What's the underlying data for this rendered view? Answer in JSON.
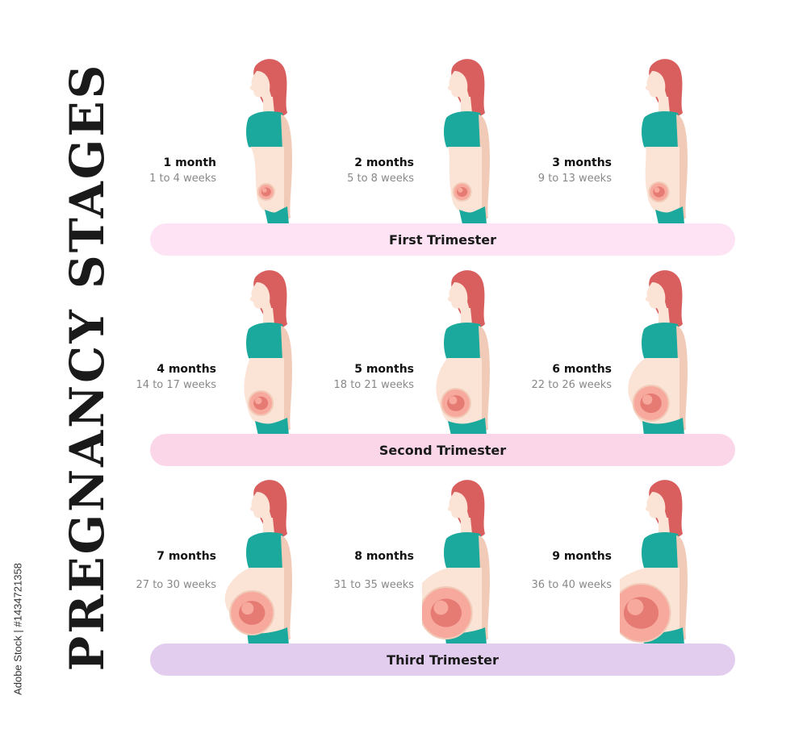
{
  "title": "PREGNANCY STAGES",
  "stock_id": "Adobe Stock | #1434721358",
  "trimesters": [
    {
      "label": "First Trimester",
      "color": "#fde3f3"
    },
    {
      "label": "Second Trimester",
      "color": "#fbd6e9"
    },
    {
      "label": "Third Trimester",
      "color": "#e3cdef"
    }
  ],
  "stages": [
    {
      "month": "1 month",
      "weeks": "1 to 4 weeks"
    },
    {
      "month": "2 months",
      "weeks": "5 to 8 weeks"
    },
    {
      "month": "3 months",
      "weeks": "9 to 13 weeks"
    },
    {
      "month": "4 months",
      "weeks": "14 to 17 weeks"
    },
    {
      "month": "5 months",
      "weeks": "18 to 21 weeks"
    },
    {
      "month": "6 months",
      "weeks": "22 to 26 weeks"
    },
    {
      "month": "7 months",
      "weeks": "27 to 30 weeks"
    },
    {
      "month": "8 months",
      "weeks": "31 to 35 weeks"
    },
    {
      "month": "9 months",
      "weeks": "36 to 40 weeks"
    }
  ],
  "colors": {
    "hair": "#d95f5f",
    "skin": "#fbe3d6",
    "skin_shadow": "#f2cbb8",
    "clothing": "#1aa99c",
    "womb": "#f7a99d",
    "fetus": "#e57b73",
    "text": "#1a1a1a",
    "subtext": "#888888"
  }
}
